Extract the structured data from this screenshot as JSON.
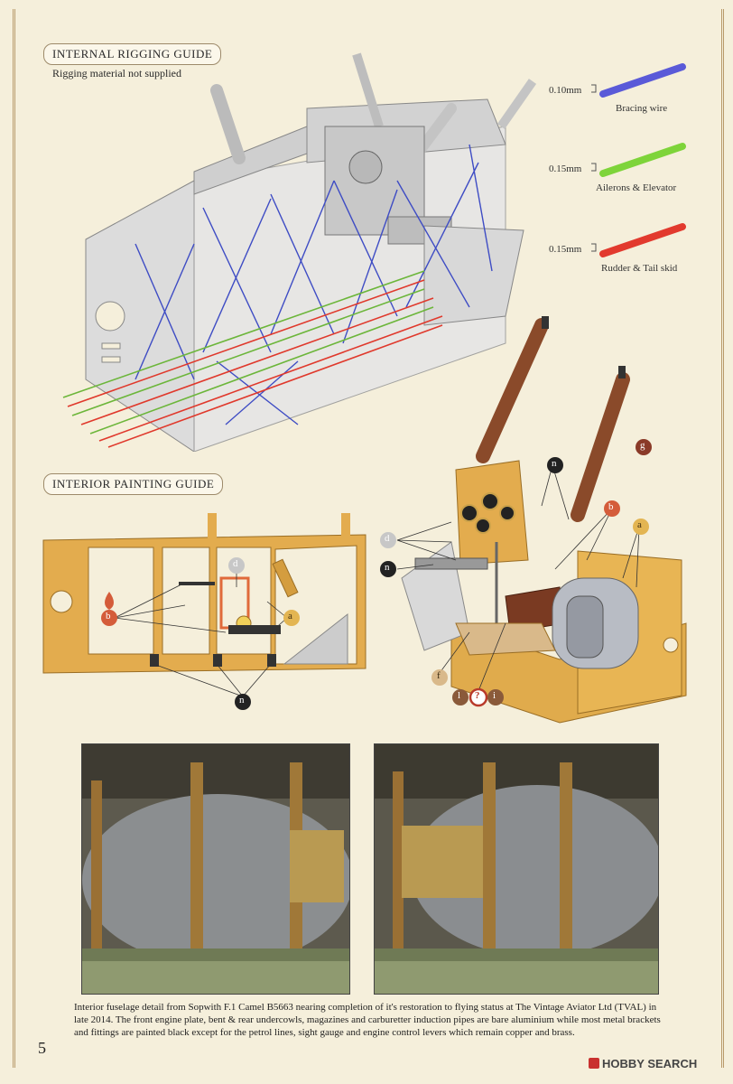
{
  "rigging": {
    "title": "INTERNAL RIGGING GUIDE",
    "note": "Rigging material not supplied",
    "wires": [
      {
        "size": "0.10mm",
        "name": "Bracing wire",
        "color": "#5a5ad8"
      },
      {
        "size": "0.15mm",
        "name": "Ailerons & Elevator",
        "color": "#7ed43a"
      },
      {
        "size": "0.15mm",
        "name": "Rudder & Tail skid",
        "color": "#e23a2e"
      }
    ]
  },
  "painting": {
    "title": "INTERIOR PAINTING GUIDE",
    "callouts": {
      "a": "a",
      "b": "b",
      "d": "d",
      "n": "n",
      "f": "f",
      "g": "g",
      "l": "l",
      "q": "?",
      "i": "i"
    }
  },
  "caption": "Interior fuselage detail from Sopwith F.1 Camel B5663 nearing completion of it's restoration to flying status at The Vintage Aviator Ltd (TVAL) in late 2014. The front engine plate, bent & rear undercowls, magazines and carburetter induction pipes are bare aluminium while most metal brackets and fittings are painted black except for the petrol lines, sight gauge and engine control levers which remain copper and brass.",
  "page_number": "5",
  "watermark": "HOBBY SEARCH"
}
